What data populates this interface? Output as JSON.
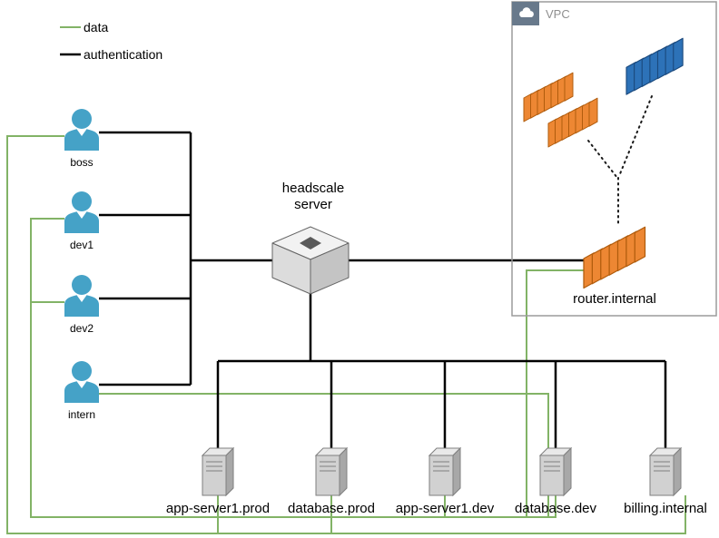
{
  "legend": {
    "items": [
      {
        "label": "data",
        "color": "#82b366"
      },
      {
        "label": "authentication",
        "color": "#000000"
      }
    ]
  },
  "users": [
    {
      "label": "boss"
    },
    {
      "label": "dev1"
    },
    {
      "label": "dev2"
    },
    {
      "label": "intern"
    }
  ],
  "headscale_server": {
    "line1": "headscale",
    "line2": "server"
  },
  "vpc": {
    "label": "VPC",
    "router_label": "router.internal"
  },
  "servers": [
    {
      "label": "app-server1.prod"
    },
    {
      "label": "database.prod"
    },
    {
      "label": "app-server1.dev"
    },
    {
      "label": "database.dev"
    },
    {
      "label": "billing.internal"
    }
  ],
  "colors": {
    "data_line": "#82b366",
    "auth_line": "#000000",
    "user_icon": "#45a2c7",
    "stack_orange": "#ed8733",
    "stack_orange_stroke": "#b05c0d",
    "stack_blue": "#2d72b8",
    "stack_blue_stroke": "#1b4a7e",
    "server_gray": "#d1d1d1",
    "vpc_tab": "#68798b"
  }
}
